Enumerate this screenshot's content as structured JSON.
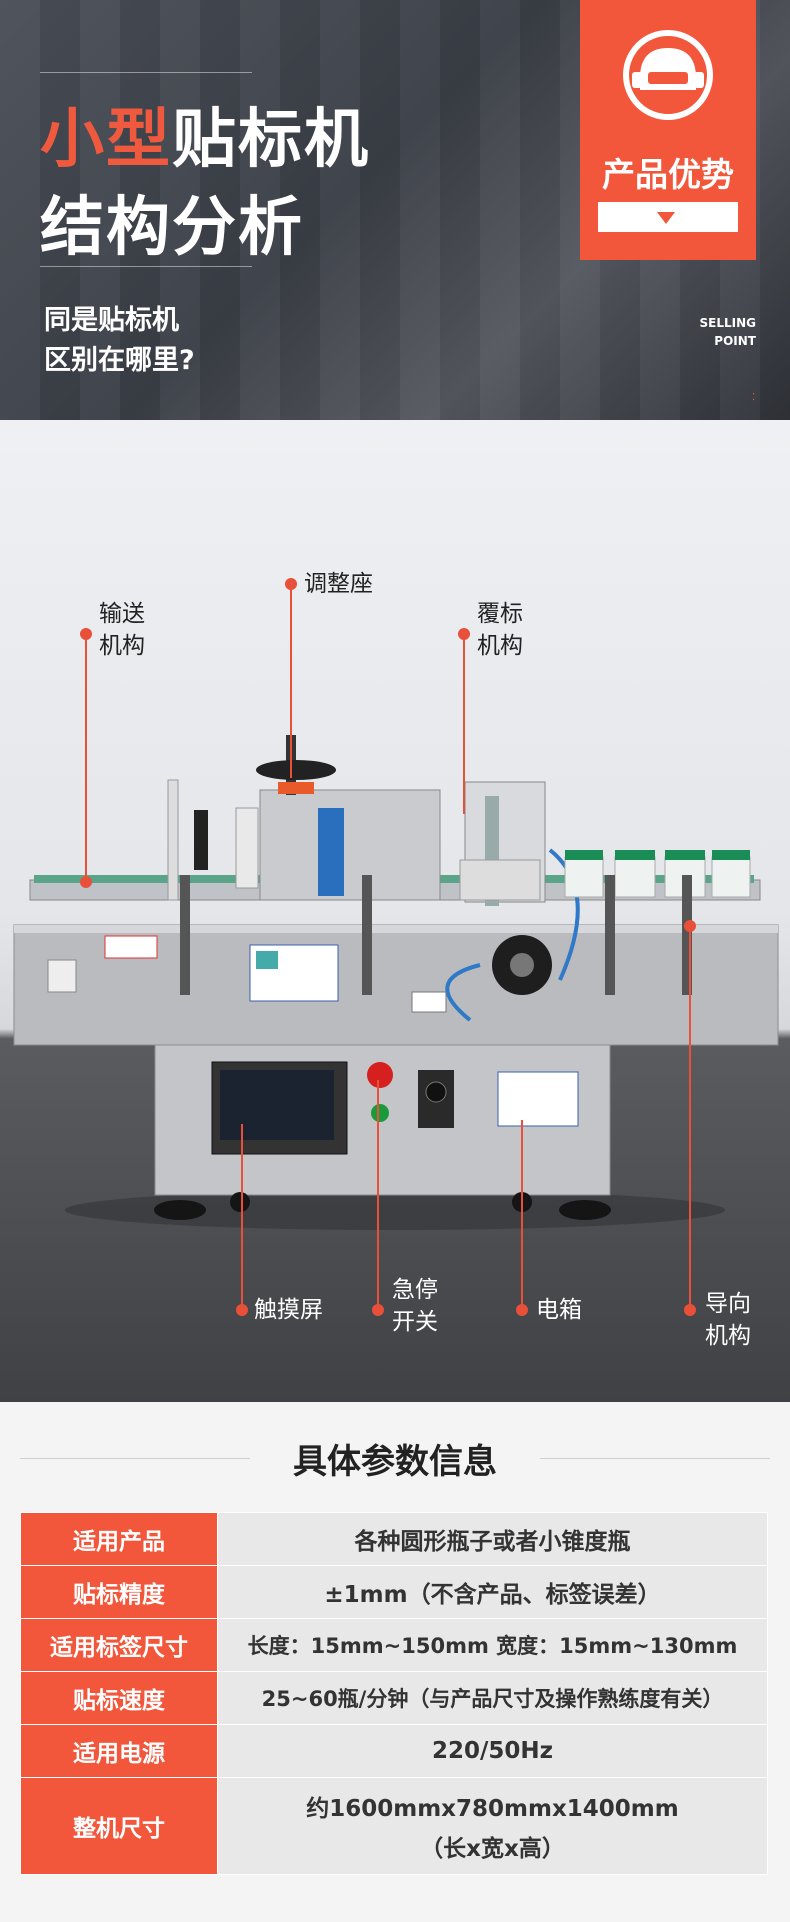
{
  "hero": {
    "title_red": "小型",
    "title_rest": "贴标机",
    "title_line2": "结构分析",
    "question_line1": "同是贴标机",
    "question_line2": "区别在哪里?",
    "selling_line1": "SELLING",
    "selling_line2": "POINT",
    "badge_text": "产品优势",
    "accent_color": "#f2573c"
  },
  "callouts": {
    "conveyor": [
      "输送",
      "机构"
    ],
    "adjust_seat": "调整座",
    "cover_label": [
      "覆标",
      "机构"
    ],
    "touchscreen": "触摸屏",
    "estop": [
      "急停",
      "开关"
    ],
    "electric_box": "电箱",
    "guide": [
      "导向",
      "机构"
    ]
  },
  "specs": {
    "title": "具体参数信息",
    "rows": [
      {
        "key": "适用产品",
        "value": "各种圆形瓶子或者小锥度瓶"
      },
      {
        "key": "贴标精度",
        "value": "±1mm（不含产品、标签误差）"
      },
      {
        "key": "适用标签尺寸",
        "value": "长度：15mm~150mm  宽度：15mm~130mm"
      },
      {
        "key": "贴标速度",
        "value": "25~60瓶/分钟（与产品尺寸及操作熟练度有关）"
      },
      {
        "key": "适用电源",
        "value": "220/50Hz"
      },
      {
        "key": "整机尺寸",
        "value_line1": "约1600mmx780mmx1400mm",
        "value_line2": "（长x宽x高）"
      }
    ]
  }
}
